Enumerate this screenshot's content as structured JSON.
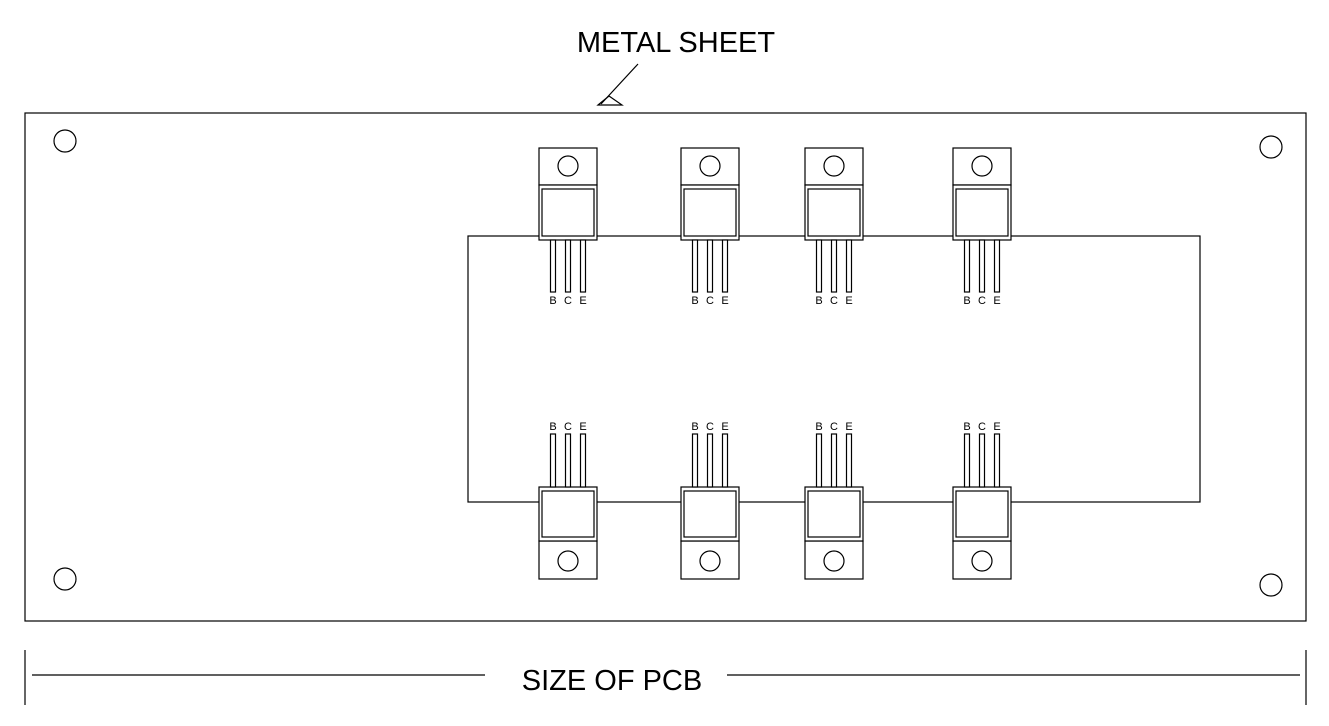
{
  "labels": {
    "metal_sheet": "METAL SHEET",
    "pcb_size": "SIZE OF PCB"
  },
  "pin_labels": [
    "B",
    "C",
    "E"
  ],
  "transistor_rows": [
    {
      "name": "top",
      "count": 4,
      "orientation": "tab-up"
    },
    {
      "name": "bottom",
      "count": 4,
      "orientation": "tab-down"
    }
  ],
  "mounting_holes": 4,
  "colors": {
    "line": "#000000",
    "background": "#ffffff"
  }
}
